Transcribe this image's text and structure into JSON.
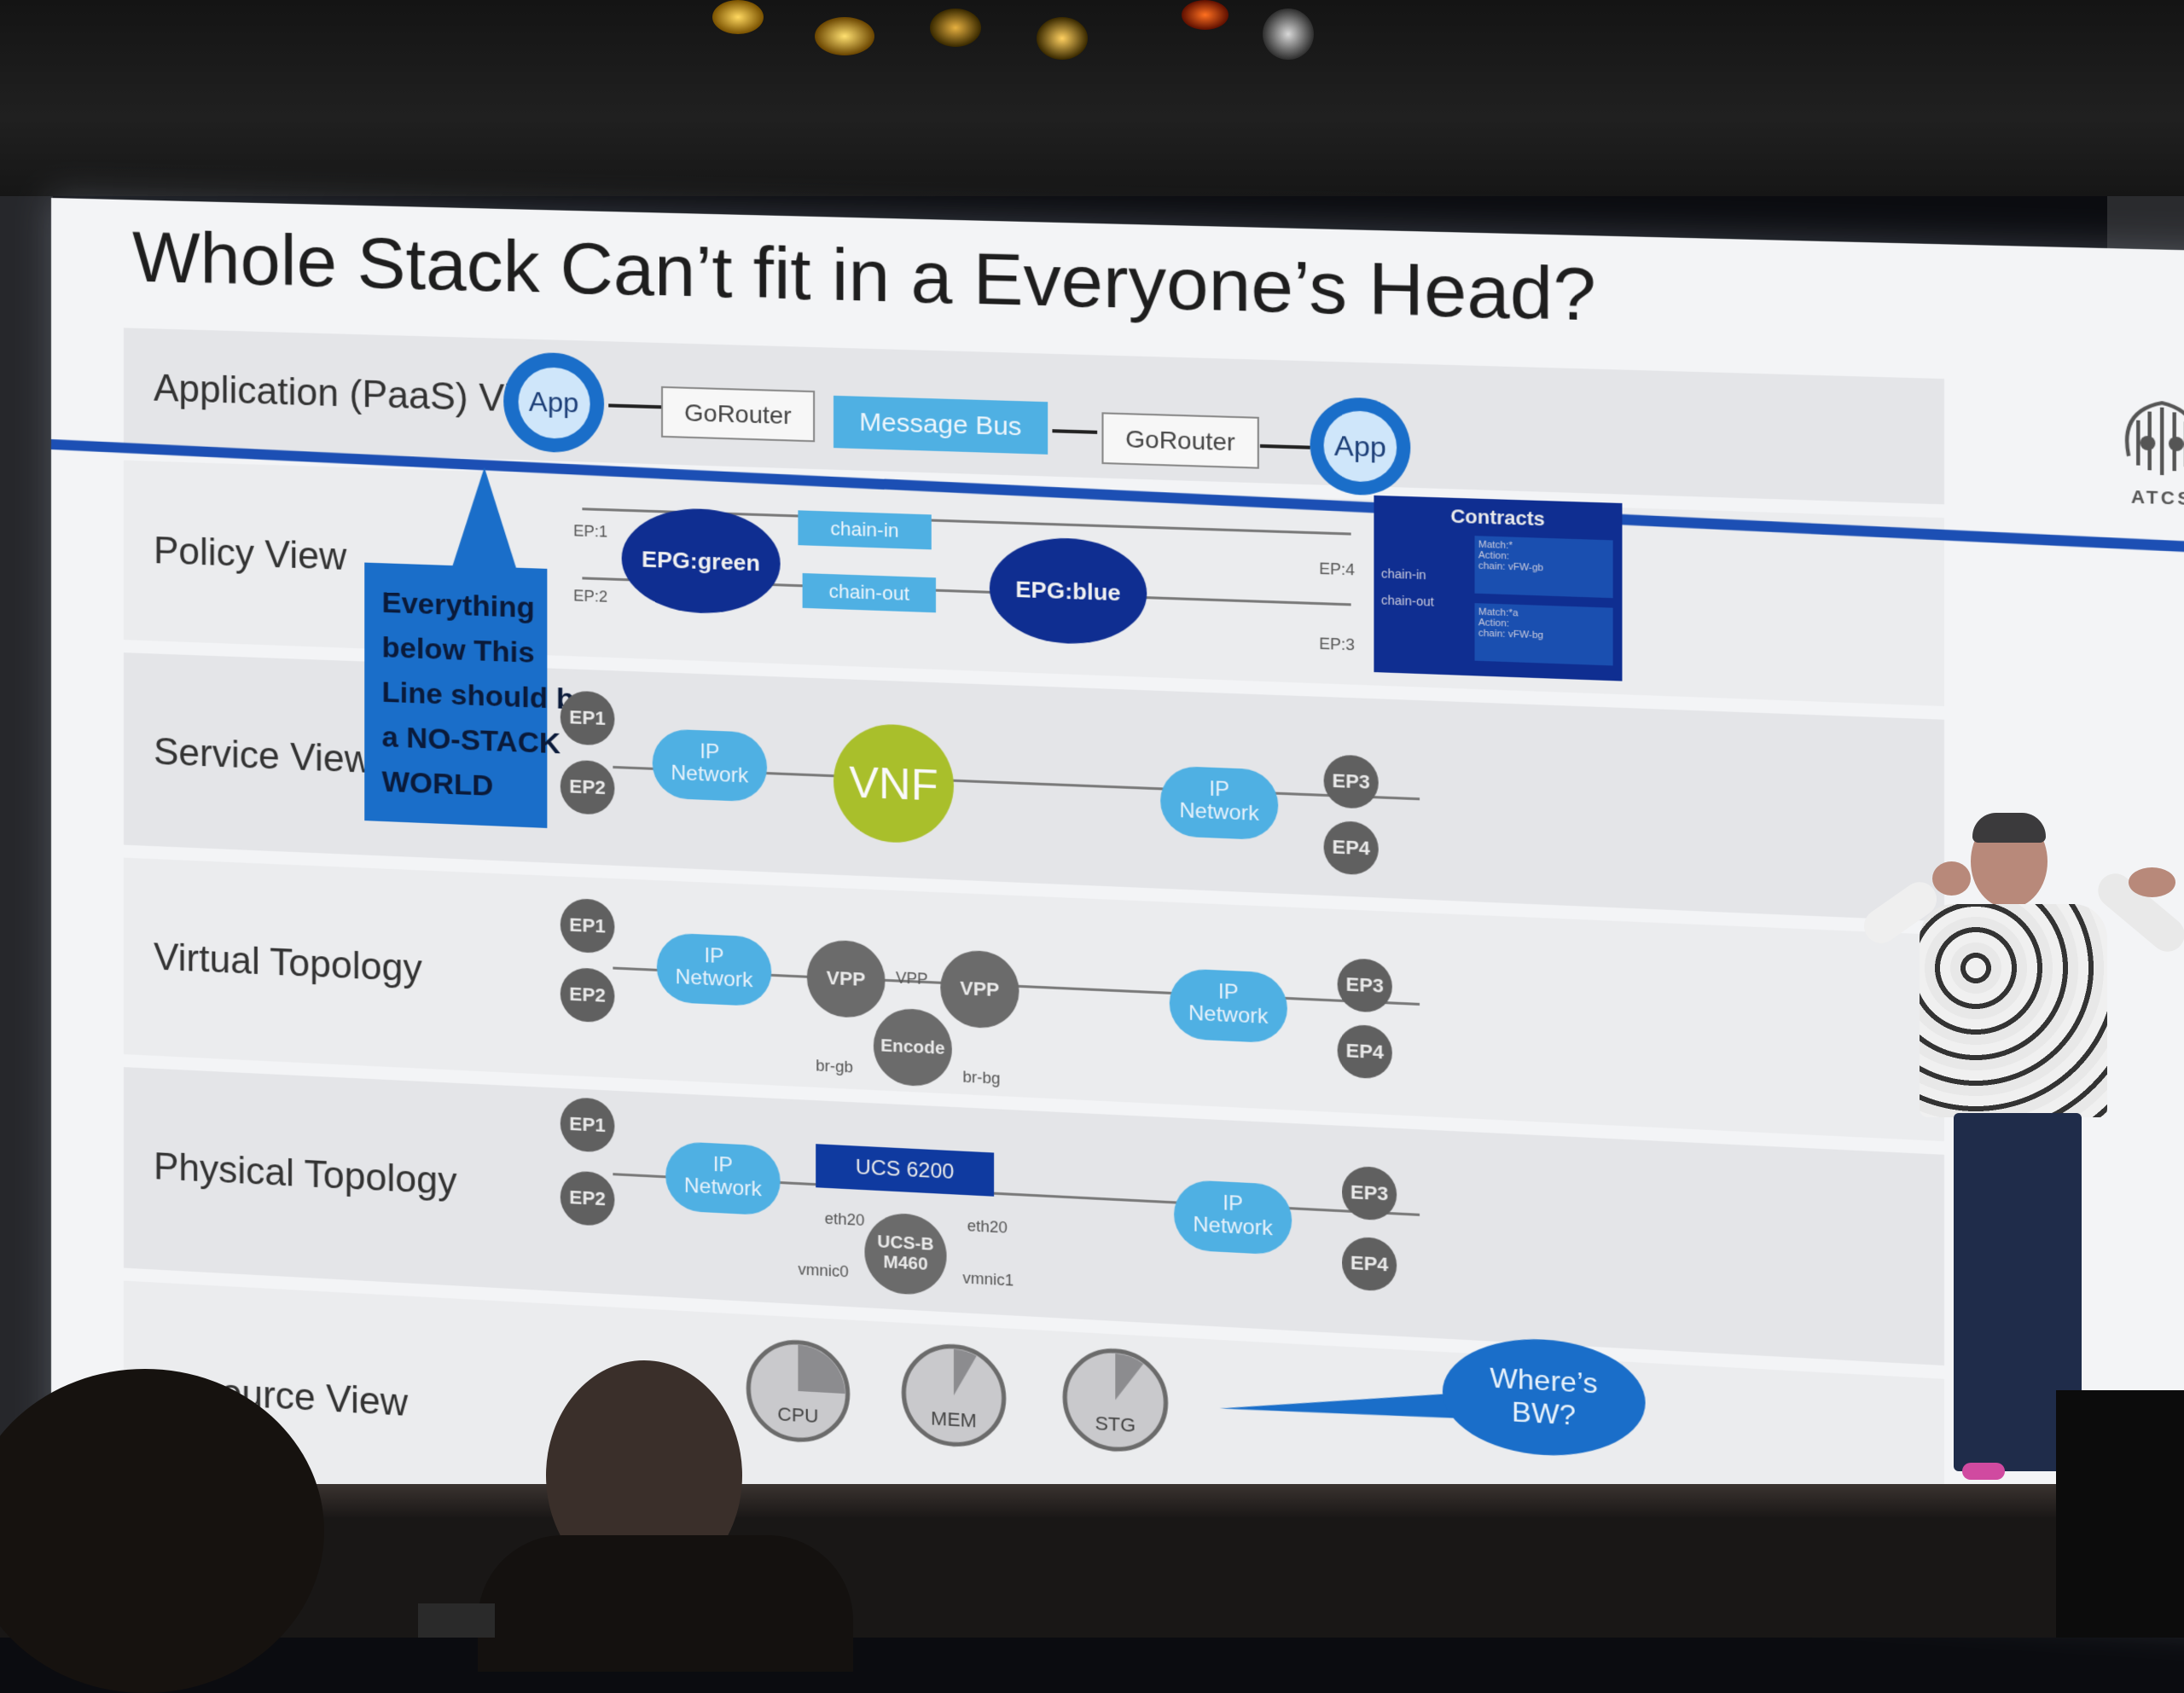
{
  "slide": {
    "title": "Whole Stack Can’t fit in a Everyone’s Head?",
    "rows": {
      "application": "Application (PaaS) View",
      "policy": "Policy View",
      "service": "Service View",
      "virtual": "Virtual Topology",
      "physical": "Physical Topology",
      "resource": "Resource View"
    },
    "callout": [
      "Everything",
      "below This",
      "Line should be",
      "a NO-STACK",
      "WORLD"
    ],
    "paas_flow": {
      "app_left": "App",
      "gorouter_left": "GoRouter",
      "message_bus": "Message Bus",
      "gorouter_right": "GoRouter",
      "app_right": "App"
    },
    "policy": {
      "ep1": "EP:1",
      "ep2": "EP:2",
      "ep3": "EP:3",
      "ep4": "EP:4",
      "epg_green": "EPG:green",
      "epg_blue": "EPG:blue",
      "chain_in": "chain-in",
      "chain_out": "chain-out",
      "contracts_title": "Contracts",
      "contract_chain_in": "chain-in",
      "contract_chain_out": "chain-out",
      "rule1": [
        "Match:*",
        "Action:",
        "chain: vFW-gb"
      ],
      "rule2": [
        "Match:*a",
        "Action:",
        "chain: vFW-bg"
      ]
    },
    "service": {
      "ep1": "EP1",
      "ep2": "EP2",
      "ep3": "EP3",
      "ep4": "EP4",
      "network_left": [
        "IP",
        "Network"
      ],
      "network_right": [
        "IP",
        "Network"
      ],
      "vnf": "VNF"
    },
    "virtual": {
      "ep1": "EP1",
      "ep2": "EP2",
      "ep3": "EP3",
      "ep4": "EP4",
      "network_left": [
        "IP",
        "Network"
      ],
      "network_right": [
        "IP",
        "Network"
      ],
      "vpp_left": "VPP",
      "vpp_mid": "VPP",
      "vpp_right": "VPP",
      "encode": "Encode",
      "br_gb": "br-gb",
      "br_bg": "br-bg"
    },
    "physical": {
      "ep1": "EP1",
      "ep2": "EP2",
      "ep3": "EP3",
      "ep4": "EP4",
      "network_left": [
        "IP",
        "Network"
      ],
      "network_right": [
        "IP",
        "Network"
      ],
      "ucs_fi": "UCS 6200",
      "eth_left": "eth20",
      "eth_right": "eth20",
      "ucs_b": [
        "UCS-B",
        "M460"
      ],
      "vnic_left": "vmnic0",
      "vnic_right": "vmnic1"
    },
    "resource": {
      "cpu": "CPU",
      "mem": "MEM",
      "stg": "STG",
      "cpu_fill": 0.25,
      "mem_fill": 0.08,
      "stg_fill": 0.1
    },
    "bw_bubble": [
      "Where’s",
      "BW?"
    ],
    "logo_text": "ATCS"
  },
  "colors": {
    "accent_blue": "#1a6ec9",
    "line_blue": "#1c4fb4",
    "navy": "#0f2e91",
    "cyan_box": "#4fb0e3",
    "vnf_green": "#a9bf2b",
    "node_gray": "#6b6b6b"
  }
}
